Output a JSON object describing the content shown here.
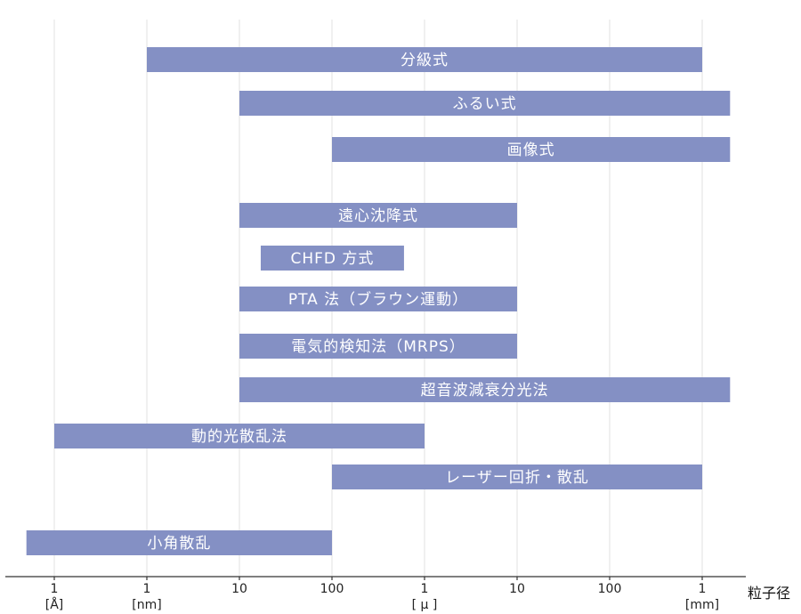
{
  "chart_data": {
    "type": "bar",
    "orientation": "horizontal-range",
    "x_scale": "log",
    "xlabel": "粒子径",
    "xlim_m": [
      5e-11,
      0.002
    ],
    "grid": true,
    "ticks": [
      {
        "value_m": 1e-10,
        "label": "1",
        "unit": "[Å]"
      },
      {
        "value_m": 1e-09,
        "label": "1",
        "unit": "[nm]"
      },
      {
        "value_m": 1e-08,
        "label": "10",
        "unit": ""
      },
      {
        "value_m": 1e-07,
        "label": "100",
        "unit": ""
      },
      {
        "value_m": 1e-06,
        "label": "1",
        "unit": "[ μ ]"
      },
      {
        "value_m": 1e-05,
        "label": "10",
        "unit": ""
      },
      {
        "value_m": 0.0001,
        "label": "100",
        "unit": ""
      },
      {
        "value_m": 0.001,
        "label": "1",
        "unit": "[mm]"
      }
    ],
    "series": [
      {
        "name": "分級式",
        "min_m": 1e-09,
        "max_m": 0.001,
        "extends_beyond": false
      },
      {
        "name": "ふるい式",
        "min_m": 1e-08,
        "max_m": 0.002,
        "extends_beyond": true
      },
      {
        "name": "画像式",
        "min_m": 1e-07,
        "max_m": 0.002,
        "extends_beyond": true
      },
      {
        "name": "遠心沈降式",
        "min_m": 1e-08,
        "max_m": 1e-05,
        "extends_beyond": false
      },
      {
        "name": "CHFD 方式",
        "min_m": 1.7e-08,
        "max_m": 6e-07,
        "extends_beyond": false
      },
      {
        "name": "PTA 法（ブラウン運動）",
        "min_m": 1e-08,
        "max_m": 1e-05,
        "extends_beyond": false
      },
      {
        "name": "電気的検知法（MRPS）",
        "min_m": 1e-08,
        "max_m": 1e-05,
        "extends_beyond": false
      },
      {
        "name": "超音波減衰分光法",
        "min_m": 1e-08,
        "max_m": 0.002,
        "extends_beyond": true
      },
      {
        "name": "動的光散乱法",
        "min_m": 1e-10,
        "max_m": 1e-06,
        "extends_beyond": false
      },
      {
        "name": "レーザー回折・散乱",
        "min_m": 1e-07,
        "max_m": 0.001,
        "extends_beyond": false
      },
      {
        "name": "小角散乱",
        "min_m": 5e-11,
        "max_m": 1e-07,
        "extends_beyond": true
      }
    ]
  },
  "colors": {
    "bar": "#8490c4",
    "bar_text": "#ffffff",
    "grid": "#e2e2e2"
  }
}
